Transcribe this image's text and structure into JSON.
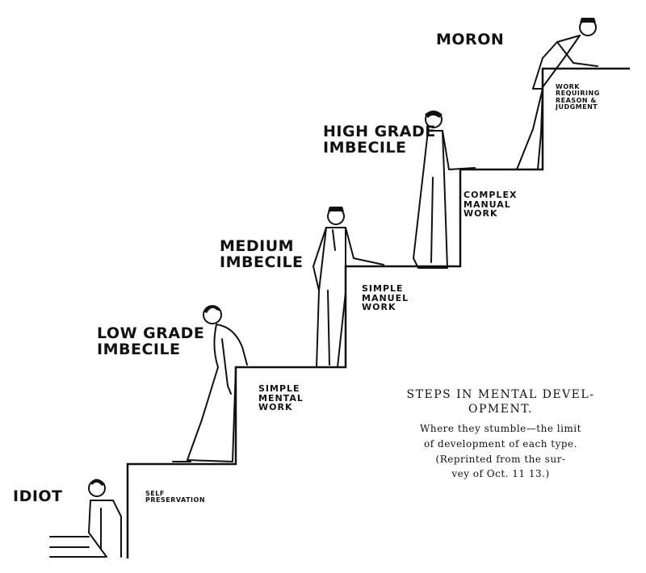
{
  "steps": [
    {
      "level": "IDIOT",
      "work": [
        "SELF",
        "PRESERVATION"
      ]
    },
    {
      "level": [
        "LOW GRADE",
        "IMBECILE"
      ],
      "work": [
        "SIMPLE",
        "MENTAL",
        "WORK"
      ]
    },
    {
      "level": [
        "MEDIUM",
        "IMBECILE"
      ],
      "work": [
        "SIMPLE",
        "MANUEL",
        "WORK"
      ]
    },
    {
      "level": [
        "HIGH GRADE",
        "IMBECILE"
      ],
      "work": [
        "COMPLEX",
        "MANUAL",
        "WORK"
      ]
    },
    {
      "level": "MORON",
      "work": [
        "WORK",
        "REQUIRING",
        "REASON &",
        "JUDGMENT"
      ]
    }
  ],
  "caption": {
    "title_line1": "STEPS IN MENTAL DEVEL-",
    "title_line2": "OPMENT.",
    "body_line1": "Where they stumble—the limit",
    "body_line2": "of development of each type.",
    "body_line3": "(Reprinted from the sur-",
    "body_line4": "vey of Oct. 11 13.)"
  }
}
